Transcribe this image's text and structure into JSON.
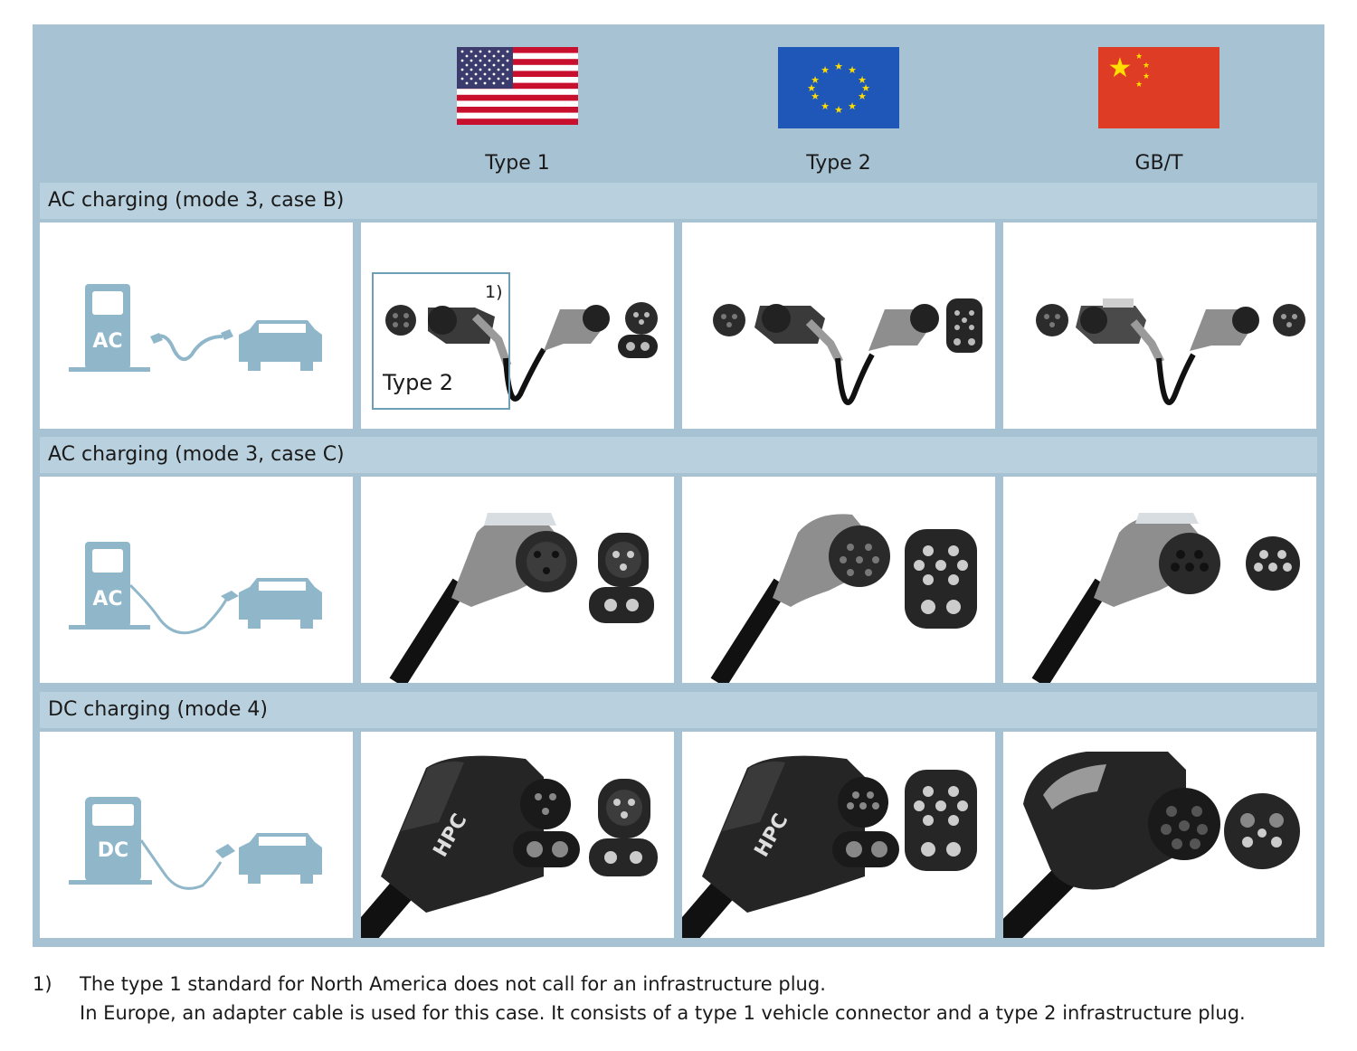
{
  "columns": [
    {
      "label": "Type 1",
      "flag": "usa-flag"
    },
    {
      "label": "Type 2",
      "flag": "eu-flag"
    },
    {
      "label": "GB/T",
      "flag": "china-flag"
    }
  ],
  "sections": [
    {
      "title": "AC charging (mode 3, case B)",
      "station_label": "AC"
    },
    {
      "title": "AC charging (mode 3, case C)",
      "station_label": "AC"
    },
    {
      "title": "DC charging (mode 4)",
      "station_label": "DC"
    }
  ],
  "plug_brand": "HPC",
  "annotation": {
    "box_label": "Type 2",
    "marker": "1)"
  },
  "footnote": {
    "marker": "1)",
    "line1": "The type 1 standard for North America does not call for an infrastructure plug.",
    "line2": "In Europe, an adapter cable is used for this case. It consists of a type 1 vehicle connector and a type 2 infrastructure plug."
  },
  "colors": {
    "panel": "#a6c2d3",
    "section_header": "#b9d1de",
    "icon": "#8fb7c9",
    "annotation_border": "#6e9fb6"
  }
}
